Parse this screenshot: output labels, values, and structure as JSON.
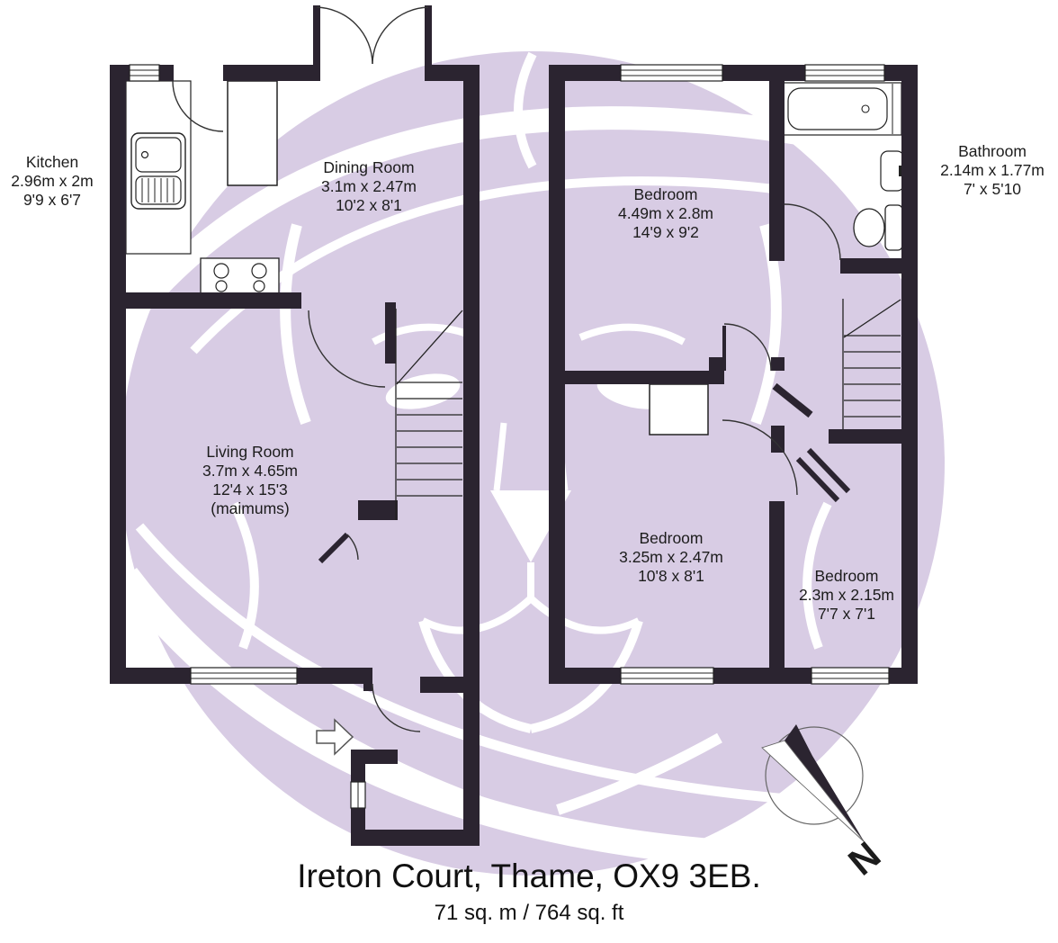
{
  "title": {
    "address": "Ireton Court, Thame, OX9 3EB.",
    "area": "71 sq. m  / 764 sq. ft"
  },
  "rooms": [
    {
      "name": "Kitchen",
      "dim_m": "2.96m x 2m",
      "dim_ft": "9'9 x 6'7"
    },
    {
      "name": "Dining Room",
      "dim_m": "3.1m x 2.47m",
      "dim_ft": "10'2 x 8'1"
    },
    {
      "name": "Bedroom",
      "dim_m": "4.49m x 2.8m",
      "dim_ft": "14'9 x 9'2"
    },
    {
      "name": "Bathroom",
      "dim_m": "2.14m x 1.77m",
      "dim_ft": "7' x 5'10"
    },
    {
      "name": "Living Room",
      "dim_m": "3.7m x 4.65m",
      "dim_ft": "12'4 x 15'3",
      "note": "(maimums)"
    },
    {
      "name": "Bedroom",
      "dim_m": "3.25m x 2.47m",
      "dim_ft": "10'8 x 8'1"
    },
    {
      "name": "Bedroom",
      "dim_m": "2.3m x 2.15m",
      "dim_ft": "7'7 x 7'1"
    }
  ],
  "compass": {
    "label": "N"
  },
  "colors": {
    "wall": "#2b2430",
    "watermark": "#d8cce4",
    "text": "#1c1c1c",
    "fixture_line": "#222222"
  }
}
